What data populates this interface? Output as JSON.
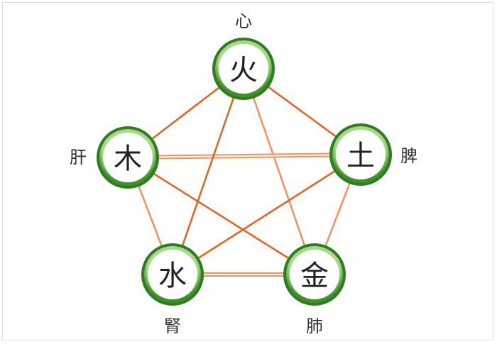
{
  "diagram": {
    "elements": [
      {
        "id": "fire",
        "label": "火",
        "organ": "心"
      },
      {
        "id": "earth",
        "label": "土",
        "organ": "脾"
      },
      {
        "id": "metal",
        "label": "金",
        "organ": "肺"
      },
      {
        "id": "water",
        "label": "水",
        "organ": "腎"
      },
      {
        "id": "wood",
        "label": "木",
        "organ": "肝"
      }
    ],
    "colors": {
      "ring_outer": "#2e7d1e",
      "ring_inner": "#a8d98a",
      "node_fill": "#ffffff",
      "generating_line": "#f5905a",
      "controlling_line": "#e8601c"
    }
  }
}
